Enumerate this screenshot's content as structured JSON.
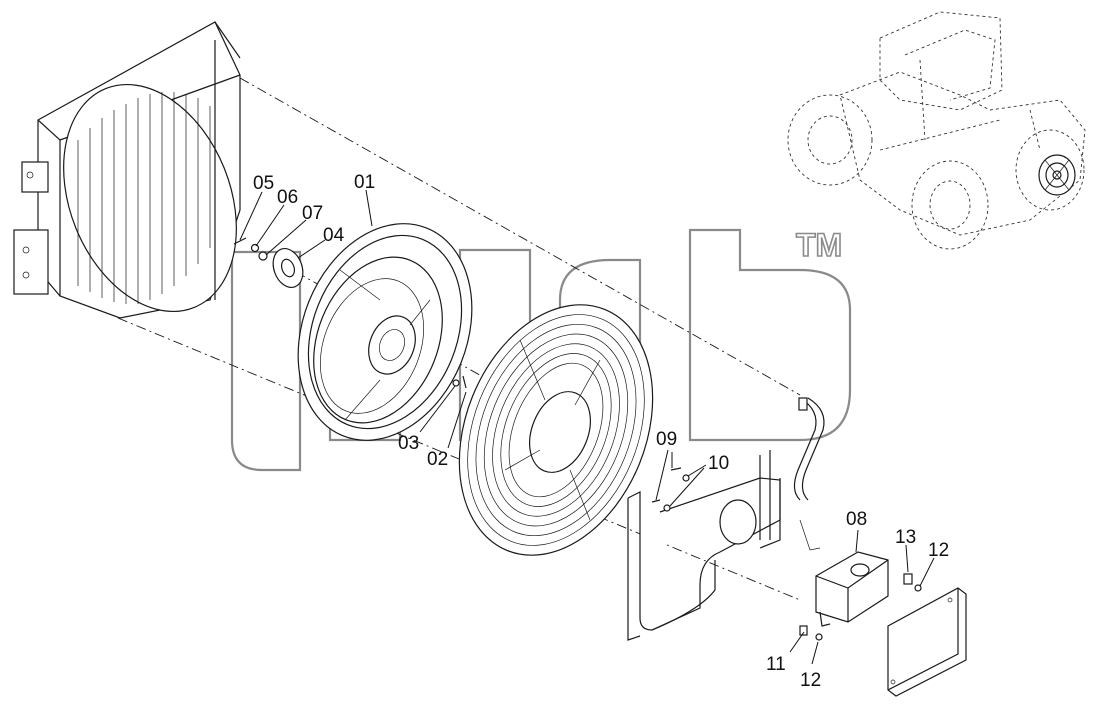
{
  "watermark": {
    "text": "jhb",
    "trademark": "TM"
  },
  "parts": [
    {
      "id": "01",
      "label": "01",
      "name": "fan shroud / fan wheel"
    },
    {
      "id": "02",
      "label": "02"
    },
    {
      "id": "03",
      "label": "03"
    },
    {
      "id": "04",
      "label": "04"
    },
    {
      "id": "05",
      "label": "05"
    },
    {
      "id": "06",
      "label": "06"
    },
    {
      "id": "07",
      "label": "07"
    },
    {
      "id": "08",
      "label": "08"
    },
    {
      "id": "09",
      "label": "09"
    },
    {
      "id": "10",
      "label": "10"
    },
    {
      "id": "11",
      "label": "11"
    },
    {
      "id": "12a",
      "label": "12"
    },
    {
      "id": "12b",
      "label": "12"
    },
    {
      "id": "13",
      "label": "13"
    }
  ]
}
